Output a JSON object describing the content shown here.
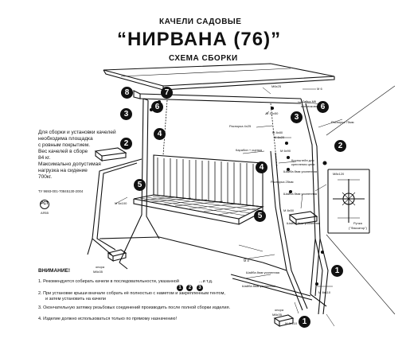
{
  "header": {
    "top": "КАЧЕЛИ САДОВЫЕ",
    "title": "“НИРВАНА (76)”",
    "subtitle": "СХЕМА СБОРКИ"
  },
  "specs": {
    "lines": [
      "Для сборки и установки качелей",
      "необходима площадка",
      "с  ровным покрытием.",
      "Вес качелей в сборе",
      "84 кг.",
      "Максимально допустимая",
      "нагрузка на сидение",
      "700кг."
    ],
    "standard": "ТУ 9693-001-70845130-2004"
  },
  "cert": {
    "mark": "РСТ",
    "code": "АЯ55"
  },
  "warning": {
    "title": "ВНИМАНИЕ!",
    "items": [
      "1. Рекомендуется собирать качели в последовательности, указанной",
      "...и т.д.",
      "2. При установке крыши вначале собрать её полностью с наметом и закрепленным тентом,",
      "и затем установить на качели",
      "3. Окончательную затяжку резьбовых соединений производить после полной сборки изделия.",
      "4. Изделие должно использоваться только по прямому назначению!"
    ],
    "sequence": [
      "1",
      "2",
      "3"
    ]
  },
  "steps": [
    "8",
    "7",
    "6",
    "6",
    "3",
    "3",
    "4",
    "4",
    "2",
    "2",
    "5",
    "5",
    "1",
    "1"
  ],
  "labels": {
    "m6x25": "М6х25",
    "m6_top": "М 6",
    "gaika": "Гайка М6",
    "kolpach": "колпачковая",
    "m10x50": "М 10х50",
    "m6x20": "М 6х20",
    "rasporka25": "Распорка 4х25",
    "rasporka75": "Распорка 75мм",
    "karabin": "Карабин + сцепка",
    "kronshtein": "Кронштейн для",
    "kronshtein2": "крепления цепи",
    "shaiba": "Шайба 8мм усиленная",
    "shaiba2": "Шайба 8мм усиленная",
    "shaiba3": "Шайба 8мм усиленная",
    "shaiba4": "Шайба 8мм усиленная",
    "shaiba5": "Шайба 8мм усиленная",
    "m6_mid": "М 6х90",
    "m6x100": "М 6х100",
    "m8": "М 8",
    "m8x50": "М 8х50",
    "m8x80": "М 8х80",
    "m8x110a": "М 8х110",
    "m8x110b": "М 8х110",
    "opora1": "опора",
    "opora2": "опора",
    "m8x35": "М8х35",
    "m8x35b": "М8х35",
    "rasporka25b": "Распорка 25мм",
    "ruchka": "Ручка",
    "m8x120": "М8х120",
    "ruchka_hint": "(\"Фиксатор\")"
  }
}
